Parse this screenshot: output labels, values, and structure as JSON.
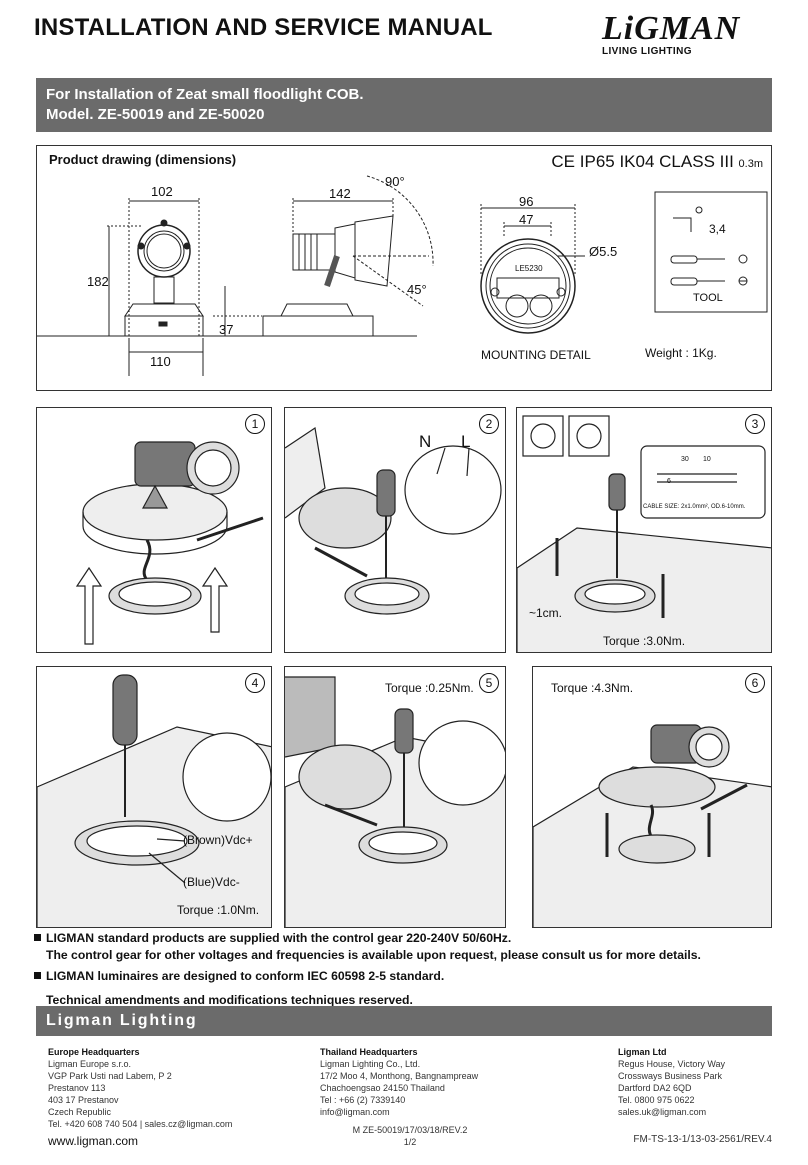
{
  "header": {
    "title": "INSTALLATION AND SERVICE MANUAL",
    "logo_text": "LiGMAN",
    "logo_tagline": "LIVING LIGHTING"
  },
  "banner": {
    "line1": "For Installation of  Zeat small floodlight COB.",
    "line2": "Model. ZE-50019 and ZE-50020"
  },
  "product_drawing": {
    "label": "Product drawing (dimensions)",
    "ratings": "IP65 IK04 CLASS III",
    "ce_mark": "CE",
    "distance": "0.3m",
    "dims": {
      "width_front": "102",
      "height": "182",
      "base_width": "110",
      "depth": "142",
      "base_height": "37",
      "angle_up": "90°",
      "angle_down": "45°",
      "mount_width": "96",
      "mount_inner": "47",
      "hole": "Ø5.5",
      "allen": "3,4"
    },
    "mounting_label": "MOUNTING DETAIL",
    "plate_label": "LE5230",
    "tool_label": "TOOL",
    "weight": "Weight : 1Kg."
  },
  "steps": [
    {
      "num": "1"
    },
    {
      "num": "2",
      "labels": [
        "N",
        "L"
      ]
    },
    {
      "num": "3",
      "depth": "~1cm.",
      "torque": "Torque :3.0Nm.",
      "strip_a": "30",
      "strip_b": "10",
      "strip_c": "6",
      "cable": "CABLE SIZE: 2x1.0mm², OD.6-10mm."
    },
    {
      "num": "4",
      "brown": "(Brown)Vdc+",
      "blue": "(Blue)Vdc-",
      "torque": "Torque :1.0Nm."
    },
    {
      "num": "5",
      "torque": "Torque :0.25Nm."
    },
    {
      "num": "6",
      "torque": "Torque :4.3Nm."
    }
  ],
  "notes": {
    "n1": "LIGMAN standard products are supplied with the control gear 220-240V 50/60Hz.",
    "n1b": "The control gear for other voltages and frequencies is available upon request, please consult us for more details.",
    "n2": "LIGMAN luminaires are designed to conform IEC 60598 2-5 standard.",
    "n3": "Technical amendments and modifications techniques reserved."
  },
  "footer": {
    "bar": "Ligman Lighting",
    "europe": {
      "heading": "Europe Headquarters",
      "l1": "Ligman Europe s.r.o.",
      "l2": "VGP Park Usti nad Labem, P 2",
      "l3": "Prestanov 113",
      "l4": "403 17 Prestanov",
      "l5": "Czech Republic",
      "l6": "Tel. +420 608 740 504 | sales.cz@ligman.com"
    },
    "thailand": {
      "heading": "Thailand Headquarters",
      "l1": "Ligman Lighting Co., Ltd.",
      "l2": "17/2 Moo 4, Monthong, Bangnampreaw",
      "l3": "Chachoengsao 24150 Thailand",
      "l4": "Tel : +66 (2) 7339140",
      "l5": "info@ligman.com"
    },
    "uk": {
      "heading": "Ligman Ltd",
      "l1": "Regus House, Victory Way",
      "l2": "Crossways Business Park",
      "l3": "Dartford DA2 6QD",
      "l4": "Tel. 0800 975 0622",
      "l5": "sales.uk@ligman.com"
    },
    "website": "www.ligman.com",
    "doc_ref": "M ZE-50019/17/03/18/REV.2",
    "page": "1/2",
    "form_ref": "FM-TS-13-1/13-03-2561/REV.4"
  }
}
